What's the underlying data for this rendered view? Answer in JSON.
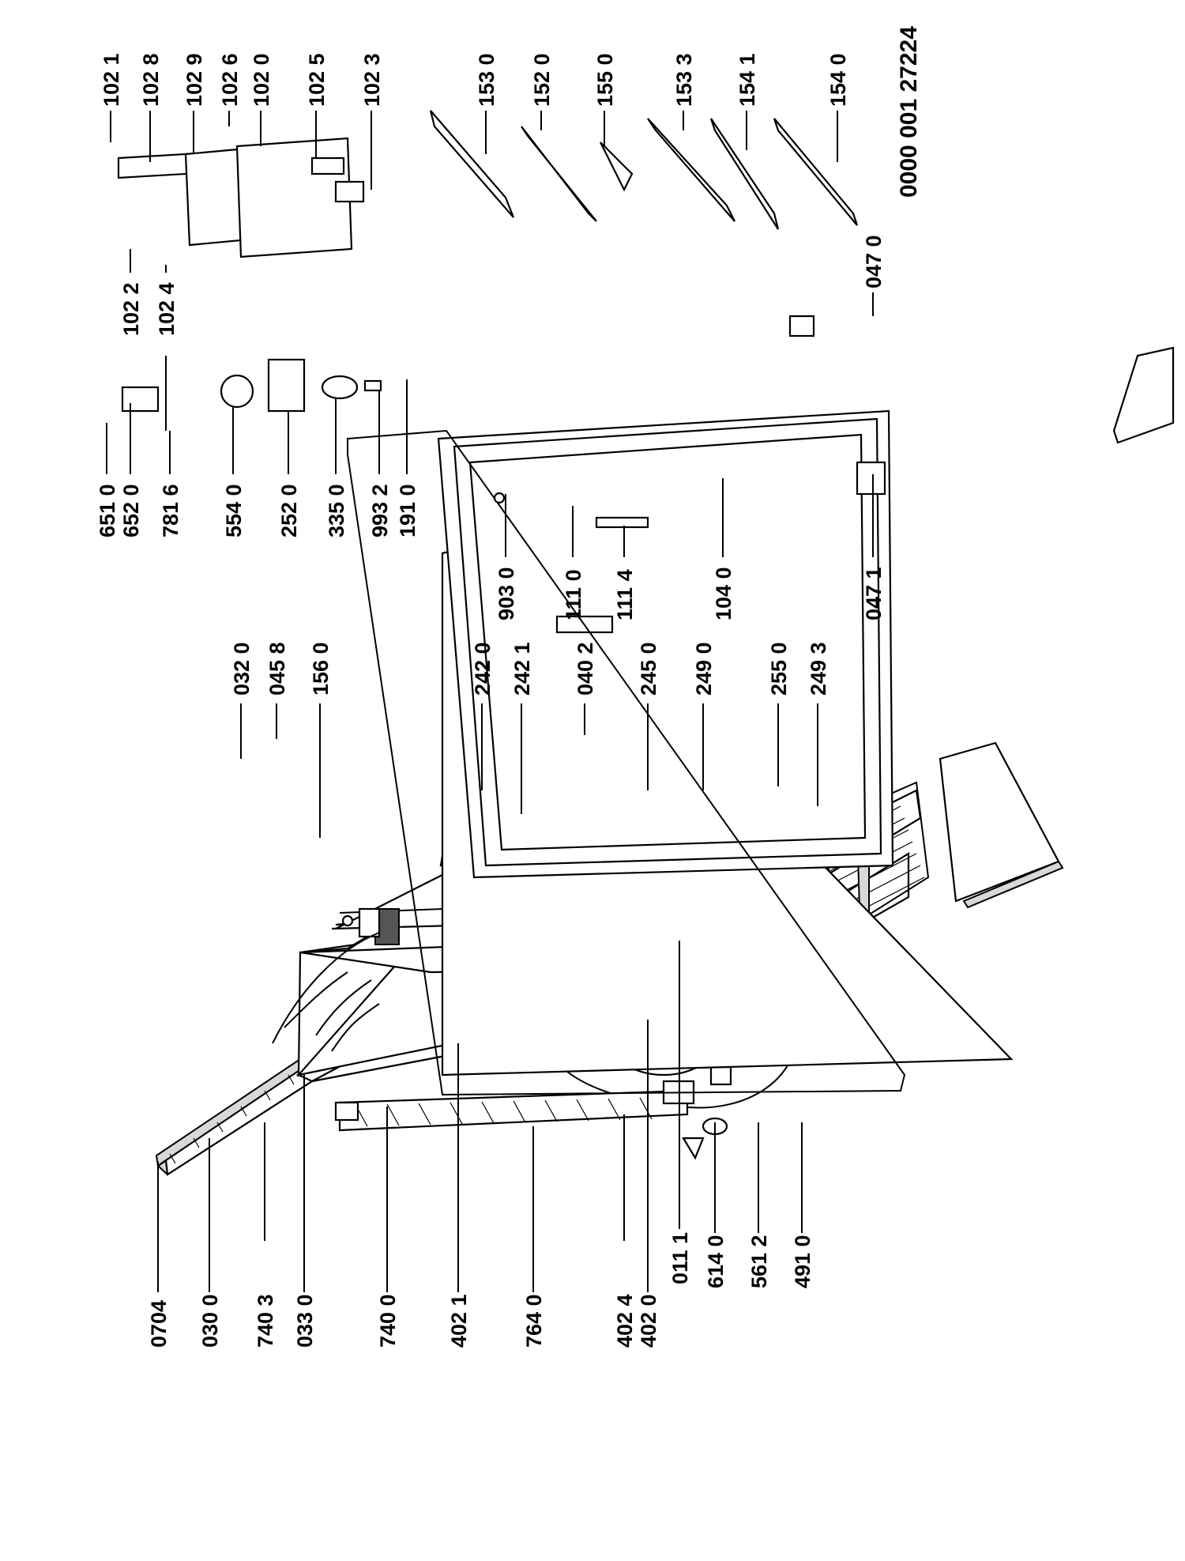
{
  "document_code": "0000 001 27224",
  "labels": {
    "l_0704": "0704",
    "l_0300": "030 0",
    "l_7403": "740 3",
    "l_0330": "033 0",
    "l_7400": "740 0",
    "l_4021": "402 1",
    "l_7640": "764 0",
    "l_4024": "402 4",
    "l_4020": "402 0",
    "l_0111": "011 1",
    "l_6140": "614 0",
    "l_5612": "561 2",
    "l_4910": "491 0",
    "l_0320": "032 0",
    "l_0458": "045 8",
    "l_1560": "156 0",
    "l_2420": "242 0",
    "l_2421": "242 1",
    "l_0402": "040 2",
    "l_2450": "245 0",
    "l_2490": "249 0",
    "l_2550": "255 0",
    "l_2493": "249 3",
    "l_9030": "903 0",
    "l_1110": "111 0",
    "l_1114": "111 4",
    "l_1040": "104 0",
    "l_0471": "047 1",
    "l_6510": "651 0",
    "l_6520": "652 0",
    "l_7816": "781 6",
    "l_5540": "554 0",
    "l_2520": "252 0",
    "l_3350": "335 0",
    "l_9932": "993 2",
    "l_1910": "191 0",
    "l_1022": "102 2",
    "l_1024": "102 4",
    "l_0470": "047 0",
    "l_1021": "102 1",
    "l_1028": "102 8",
    "l_1029": "102 9",
    "l_1026": "102 6",
    "l_1020": "102 0",
    "l_1025": "102 5",
    "l_1023": "102 3",
    "l_1530": "153 0",
    "l_1520": "152 0",
    "l_1550": "155 0",
    "l_1533": "153 3",
    "l_1541": "154 1",
    "l_1540": "154 0"
  }
}
